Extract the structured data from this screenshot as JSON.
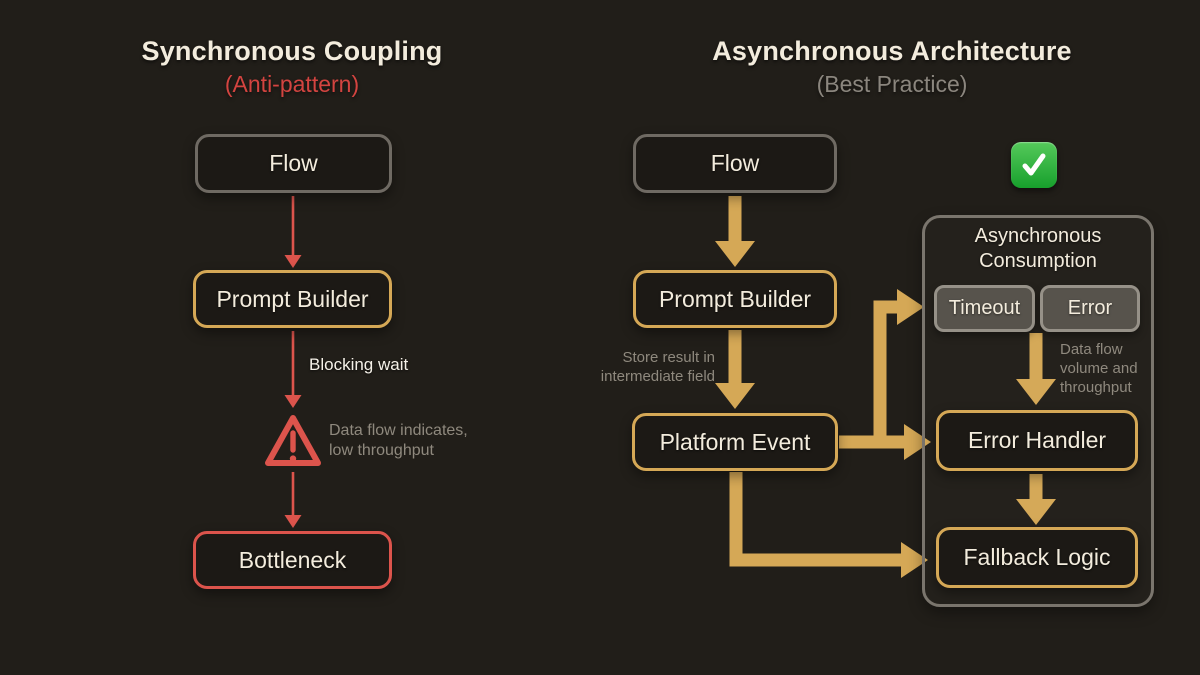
{
  "colors": {
    "bg": "#211e19",
    "gold": "#d5a856",
    "red": "#dc544c",
    "gray-border": "#6f6a63",
    "cream": "#f3ecdd",
    "muted": "#8f897e",
    "green-light": "#55c95b",
    "green-dark": "#17a02c"
  },
  "icons": {
    "warning": "warning-triangle-icon (red rounded triangle with exclamation mark)",
    "check": "check-icon (green rounded square with white checkmark)"
  },
  "left": {
    "title": "Synchronous Coupling",
    "subtitle": "(Anti-pattern)",
    "flow": "Flow",
    "prompt_builder": "Prompt Builder",
    "bottleneck": "Bottleneck",
    "blocking_wait": "Blocking wait",
    "warning_note": "Data flow indicates,\nlow throughput"
  },
  "right": {
    "title": "Asynchronous Architecture",
    "subtitle": "(Best Practice)",
    "flow": "Flow",
    "prompt_builder": "Prompt Builder",
    "platform_event": "Platform Event",
    "store_note": "Store result in\nintermediate field",
    "panel": {
      "title": "Asynchronous\nConsumption",
      "timeout": "Timeout",
      "error": "Error",
      "error_handler": "Error Handler",
      "fallback_logic": "Fallback Logic",
      "volume_note": "Data flow\nvolume and\nthroughput"
    }
  }
}
